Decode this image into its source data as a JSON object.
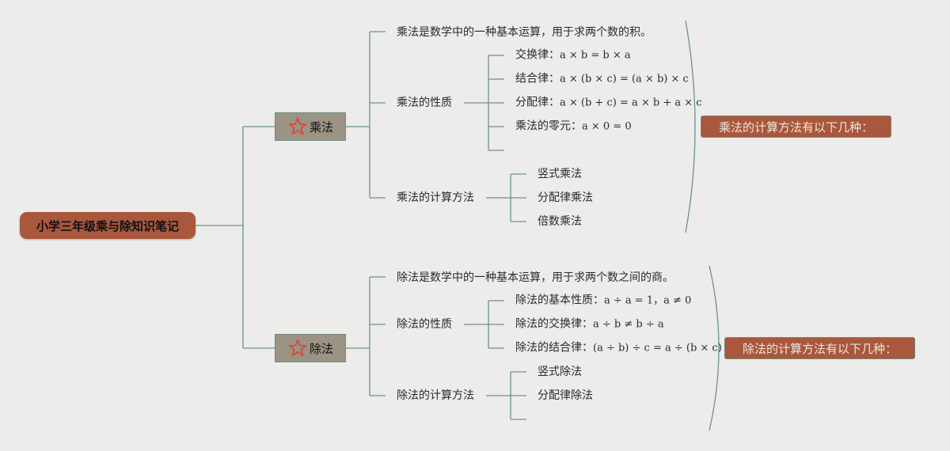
{
  "root": "小学三年级乘与除知识笔记",
  "multiply": {
    "title": "乘法",
    "definition": "乘法是数学中的一种基本运算，用于求两个数的积。",
    "properties": {
      "label": "乘法的性质",
      "items": [
        {
          "name": "交换律：",
          "formula": "a × b = b × a"
        },
        {
          "name": "结合律：",
          "formula": "a × (b × c) = (a × b) × c"
        },
        {
          "name": "分配律：",
          "formula": "a × (b + c) = a × b + a × c"
        },
        {
          "name": "乘法的零元：",
          "formula": "a × 0 = 0"
        }
      ]
    },
    "methods": {
      "label": "乘法的计算方法",
      "items": [
        "竖式乘法",
        "分配律乘法",
        "倍数乘法"
      ]
    },
    "summary": "乘法的计算方法有以下几种："
  },
  "divide": {
    "title": "除法",
    "definition": "除法是数学中的一种基本运算，用于求两个数之间的商。",
    "properties": {
      "label": "除法的性质",
      "items": [
        {
          "name": "除法的基本性质：",
          "formula": "a ÷ a = 1，a ≠ 0"
        },
        {
          "name": "除法的交换律：",
          "formula": "a ÷ b ≠ b ÷ a"
        },
        {
          "name": "除法的结合律：",
          "formula": "(a ÷ b) ÷ c = a ÷ (b × c)"
        }
      ]
    },
    "methods": {
      "label": "除法的计算方法",
      "items": [
        "竖式除法",
        "分配律除法"
      ]
    },
    "summary": "除法的计算方法有以下几种："
  },
  "colors": {
    "node_fill": "#a9573d",
    "branch_fill": "#9b9384",
    "connector": "#6f9384",
    "background": "#ececea",
    "star": "#d9473a"
  },
  "icons": {
    "branch_icon": "star-icon"
  }
}
